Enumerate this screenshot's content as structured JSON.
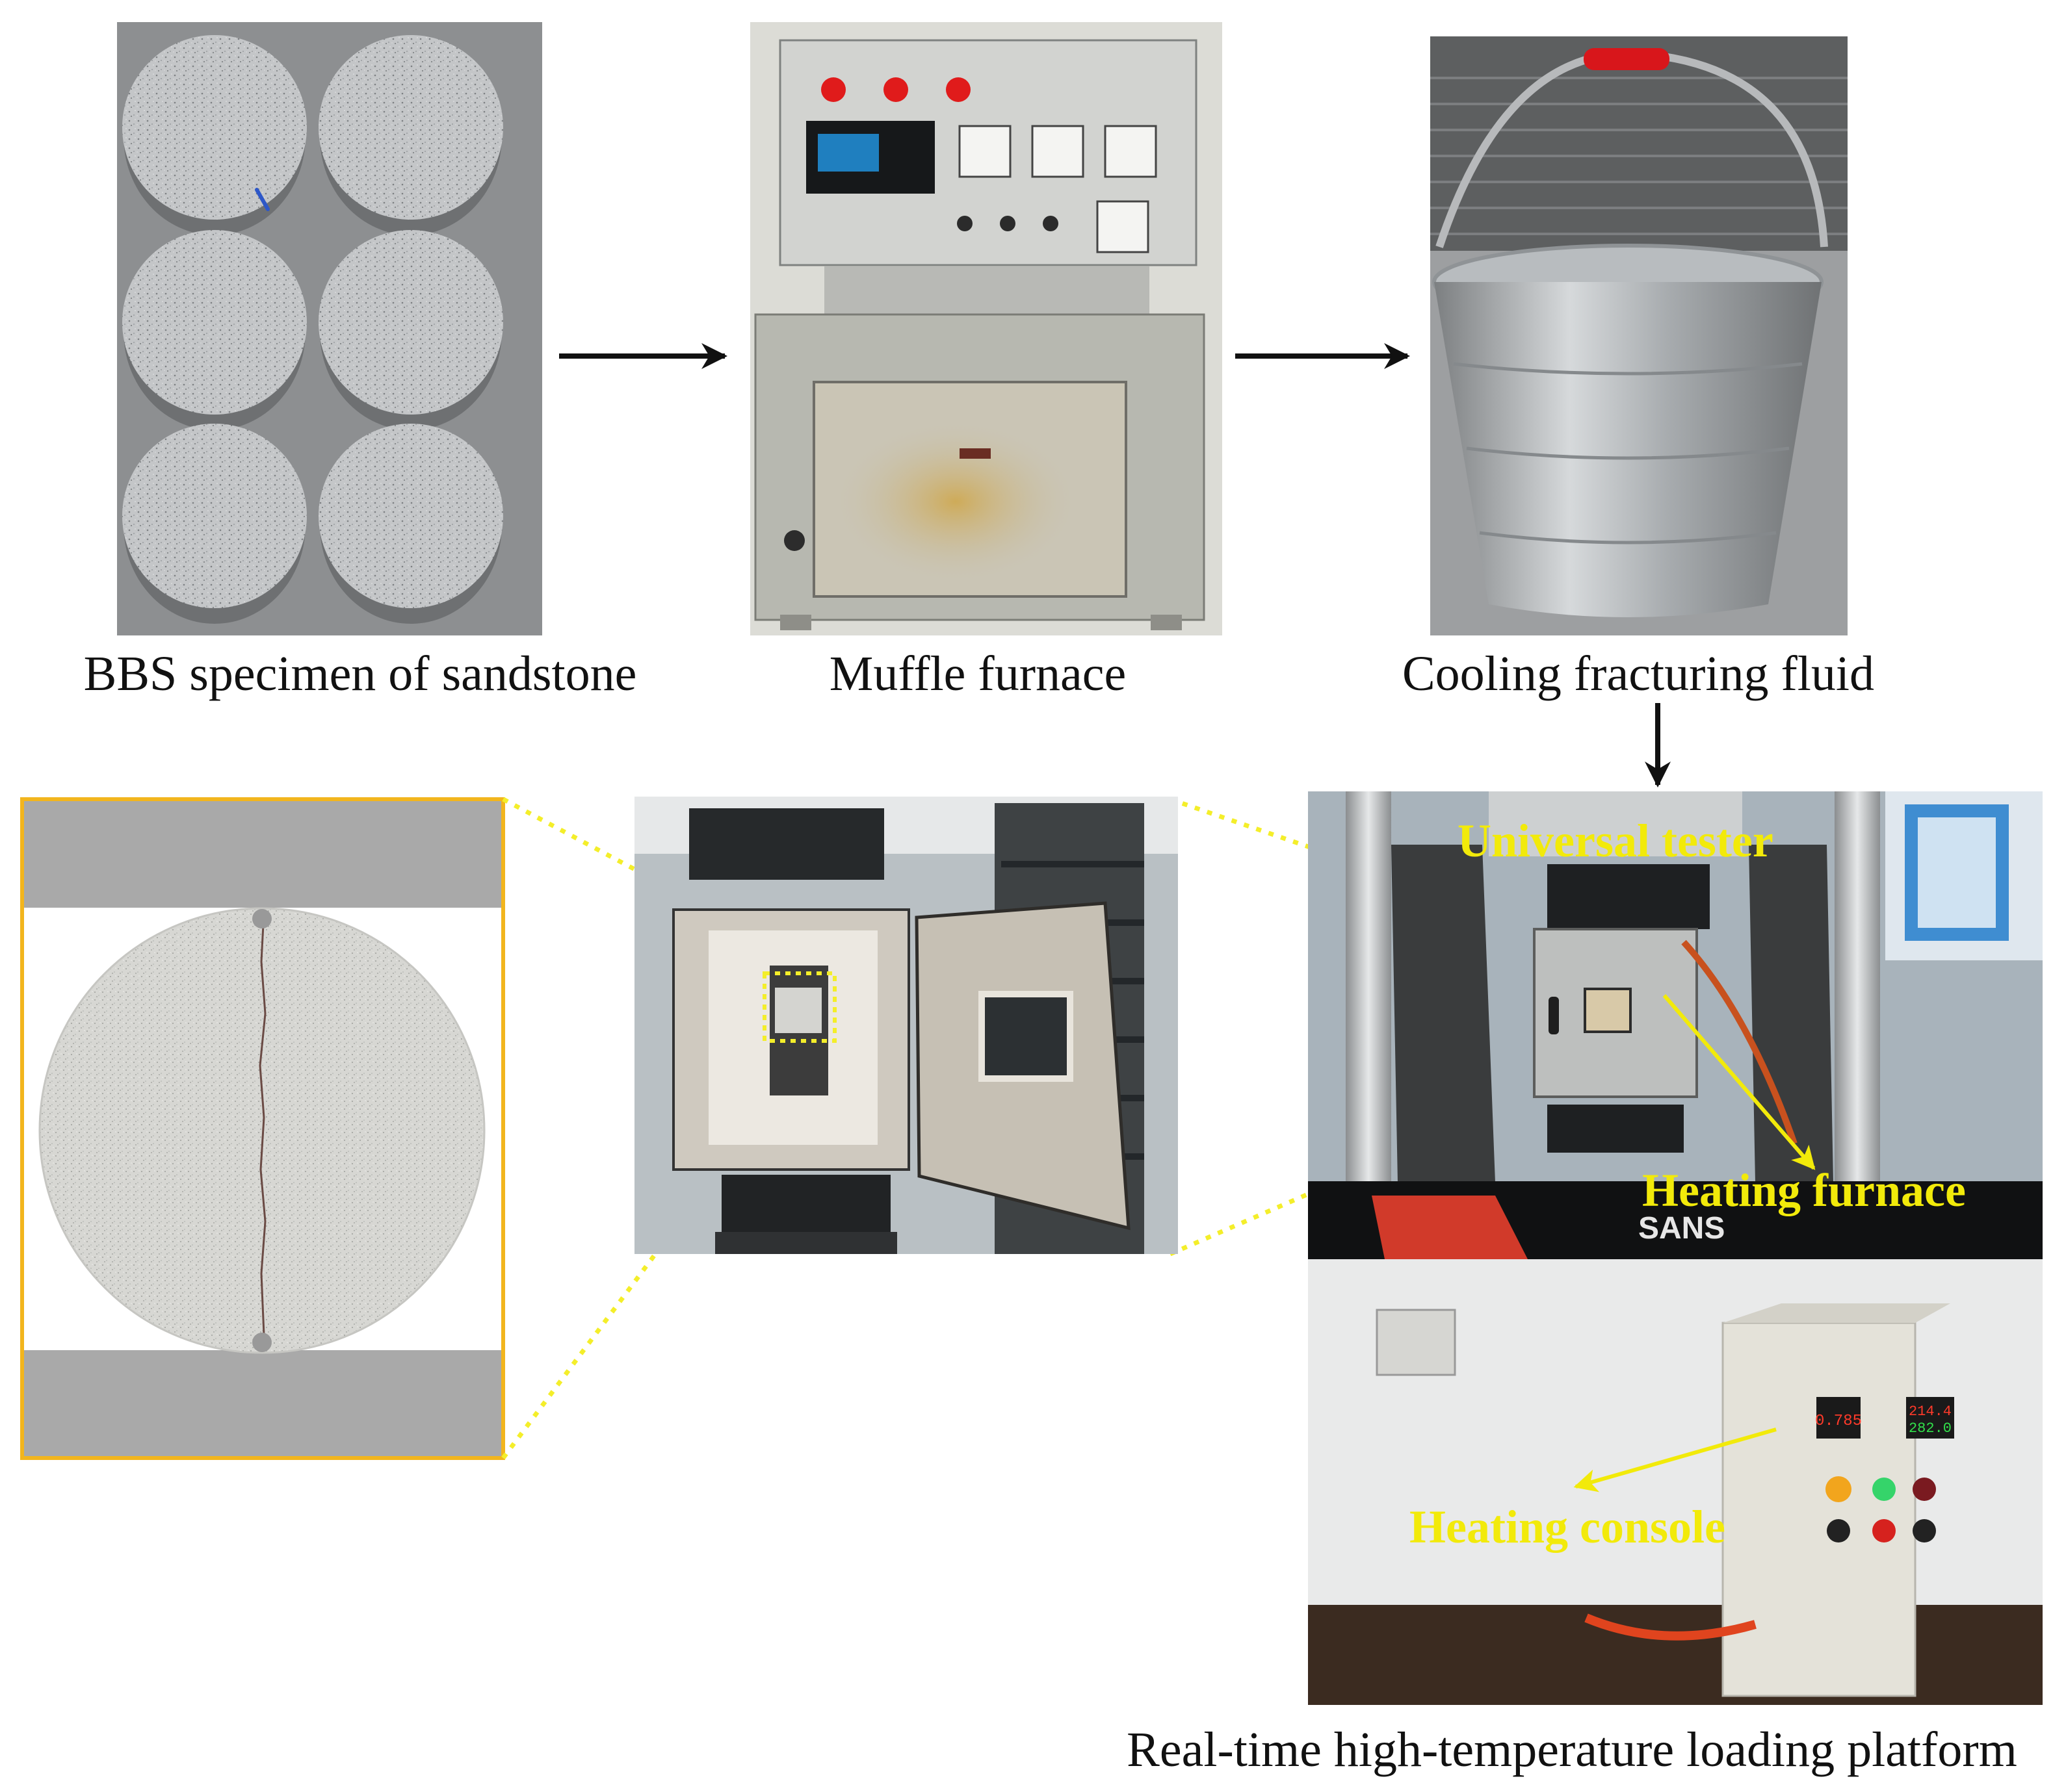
{
  "diagram": {
    "captions": {
      "specimen": "BBS specimen of sandstone",
      "muffle": "Muffle furnace",
      "cooling": "Cooling fracturing fluid",
      "platform": "Real-time high-temperature loading platform"
    },
    "overlay_labels": {
      "universal_tester": "Universal tester",
      "heating_furnace": "Heating furnace",
      "heating_console": "Heating console"
    },
    "console_readouts": {
      "left": "0.785",
      "right_top": "214.4",
      "right_bottom": "282.0"
    },
    "machine_brand": "SANS",
    "colors": {
      "overlay_text": "#f2ea0a",
      "callout_border": "#f2b51d",
      "dotted_connector": "#f4ee2a",
      "flow_arrow": "#111111"
    }
  }
}
